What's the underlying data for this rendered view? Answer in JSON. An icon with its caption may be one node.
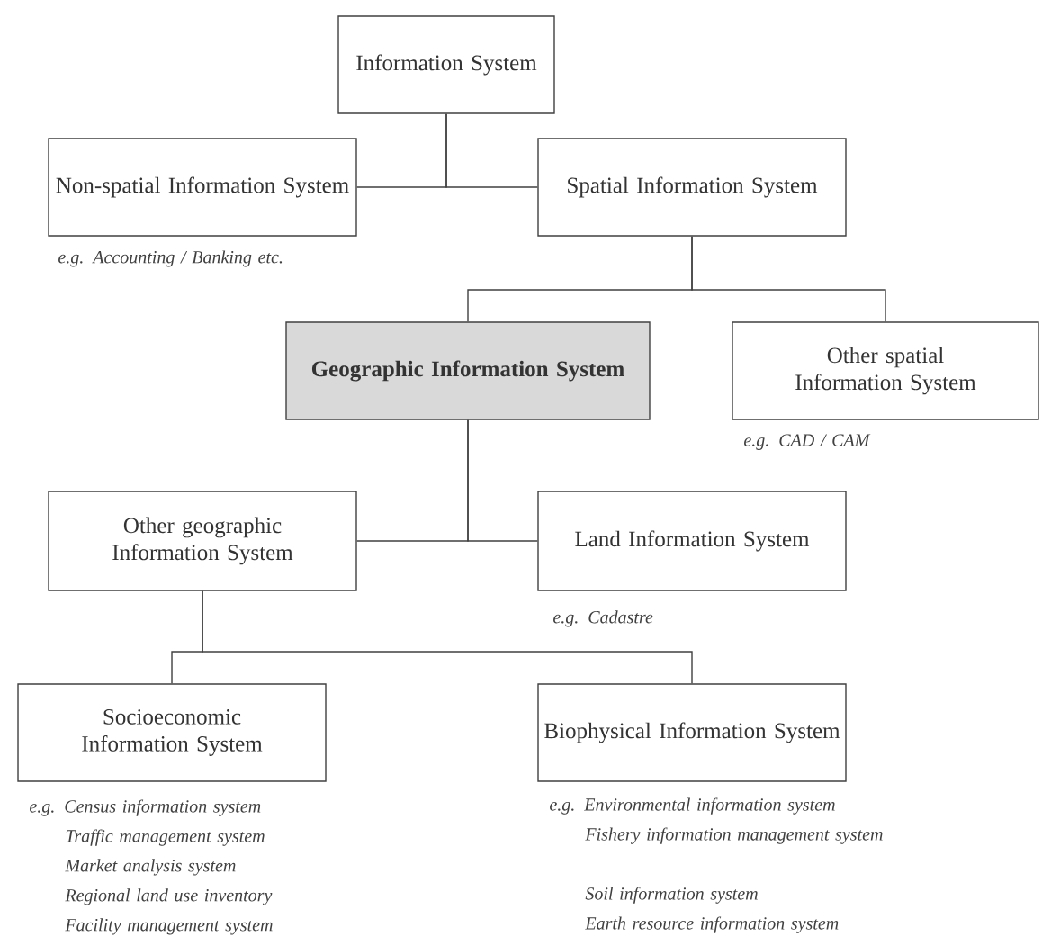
{
  "diagram": {
    "nodes": [
      {
        "text": [
          "Information System"
        ]
      },
      {
        "text": [
          "Non-spatial Information System"
        ],
        "beside": [
          "e.g. Accounting / Banking etc."
        ]
      },
      {
        "text": [
          "Spatial Information System"
        ]
      },
      {
        "text": [
          "Geographic Information System"
        ]
      },
      {
        "text": [
          "Other spatial Information System"
        ],
        "beside": [
          "e.g. CAD / CAM"
        ]
      },
      {
        "text": [
          "Other geographic Information System"
        ]
      },
      {
        "text": [
          "Land Information System"
        ],
        "beside": [
          "e.g. Cadastre"
        ]
      },
      {
        "text": [
          "Socioeconomic Information System"
        ],
        "beside": [
          "e.g. Census information system",
          "Traffic management system",
          "Market analysis system",
          "Regional land use inventory",
          "Facility management system"
        ]
      },
      {
        "text": [
          "Biophysical Information System"
        ],
        "beside": [
          "e.g. Environmental information system",
          "Fishery information management system",
          "Soil information system",
          "Earth resource information system"
        ]
      }
    ],
    "edges": [
      {
        "from": 0,
        "to": 1,
        "arrow": "none"
      },
      {
        "from": 0,
        "to": 2,
        "arrow": "none"
      },
      {
        "from": 2,
        "to": 3,
        "arrow": "none"
      },
      {
        "from": 2,
        "to": 4,
        "arrow": "none"
      },
      {
        "from": 3,
        "to": 5,
        "arrow": "none"
      },
      {
        "from": 3,
        "to": 6,
        "arrow": "none"
      },
      {
        "from": 5,
        "to": 7,
        "arrow": "none"
      },
      {
        "from": 5,
        "to": 8,
        "arrow": "none"
      }
    ]
  }
}
